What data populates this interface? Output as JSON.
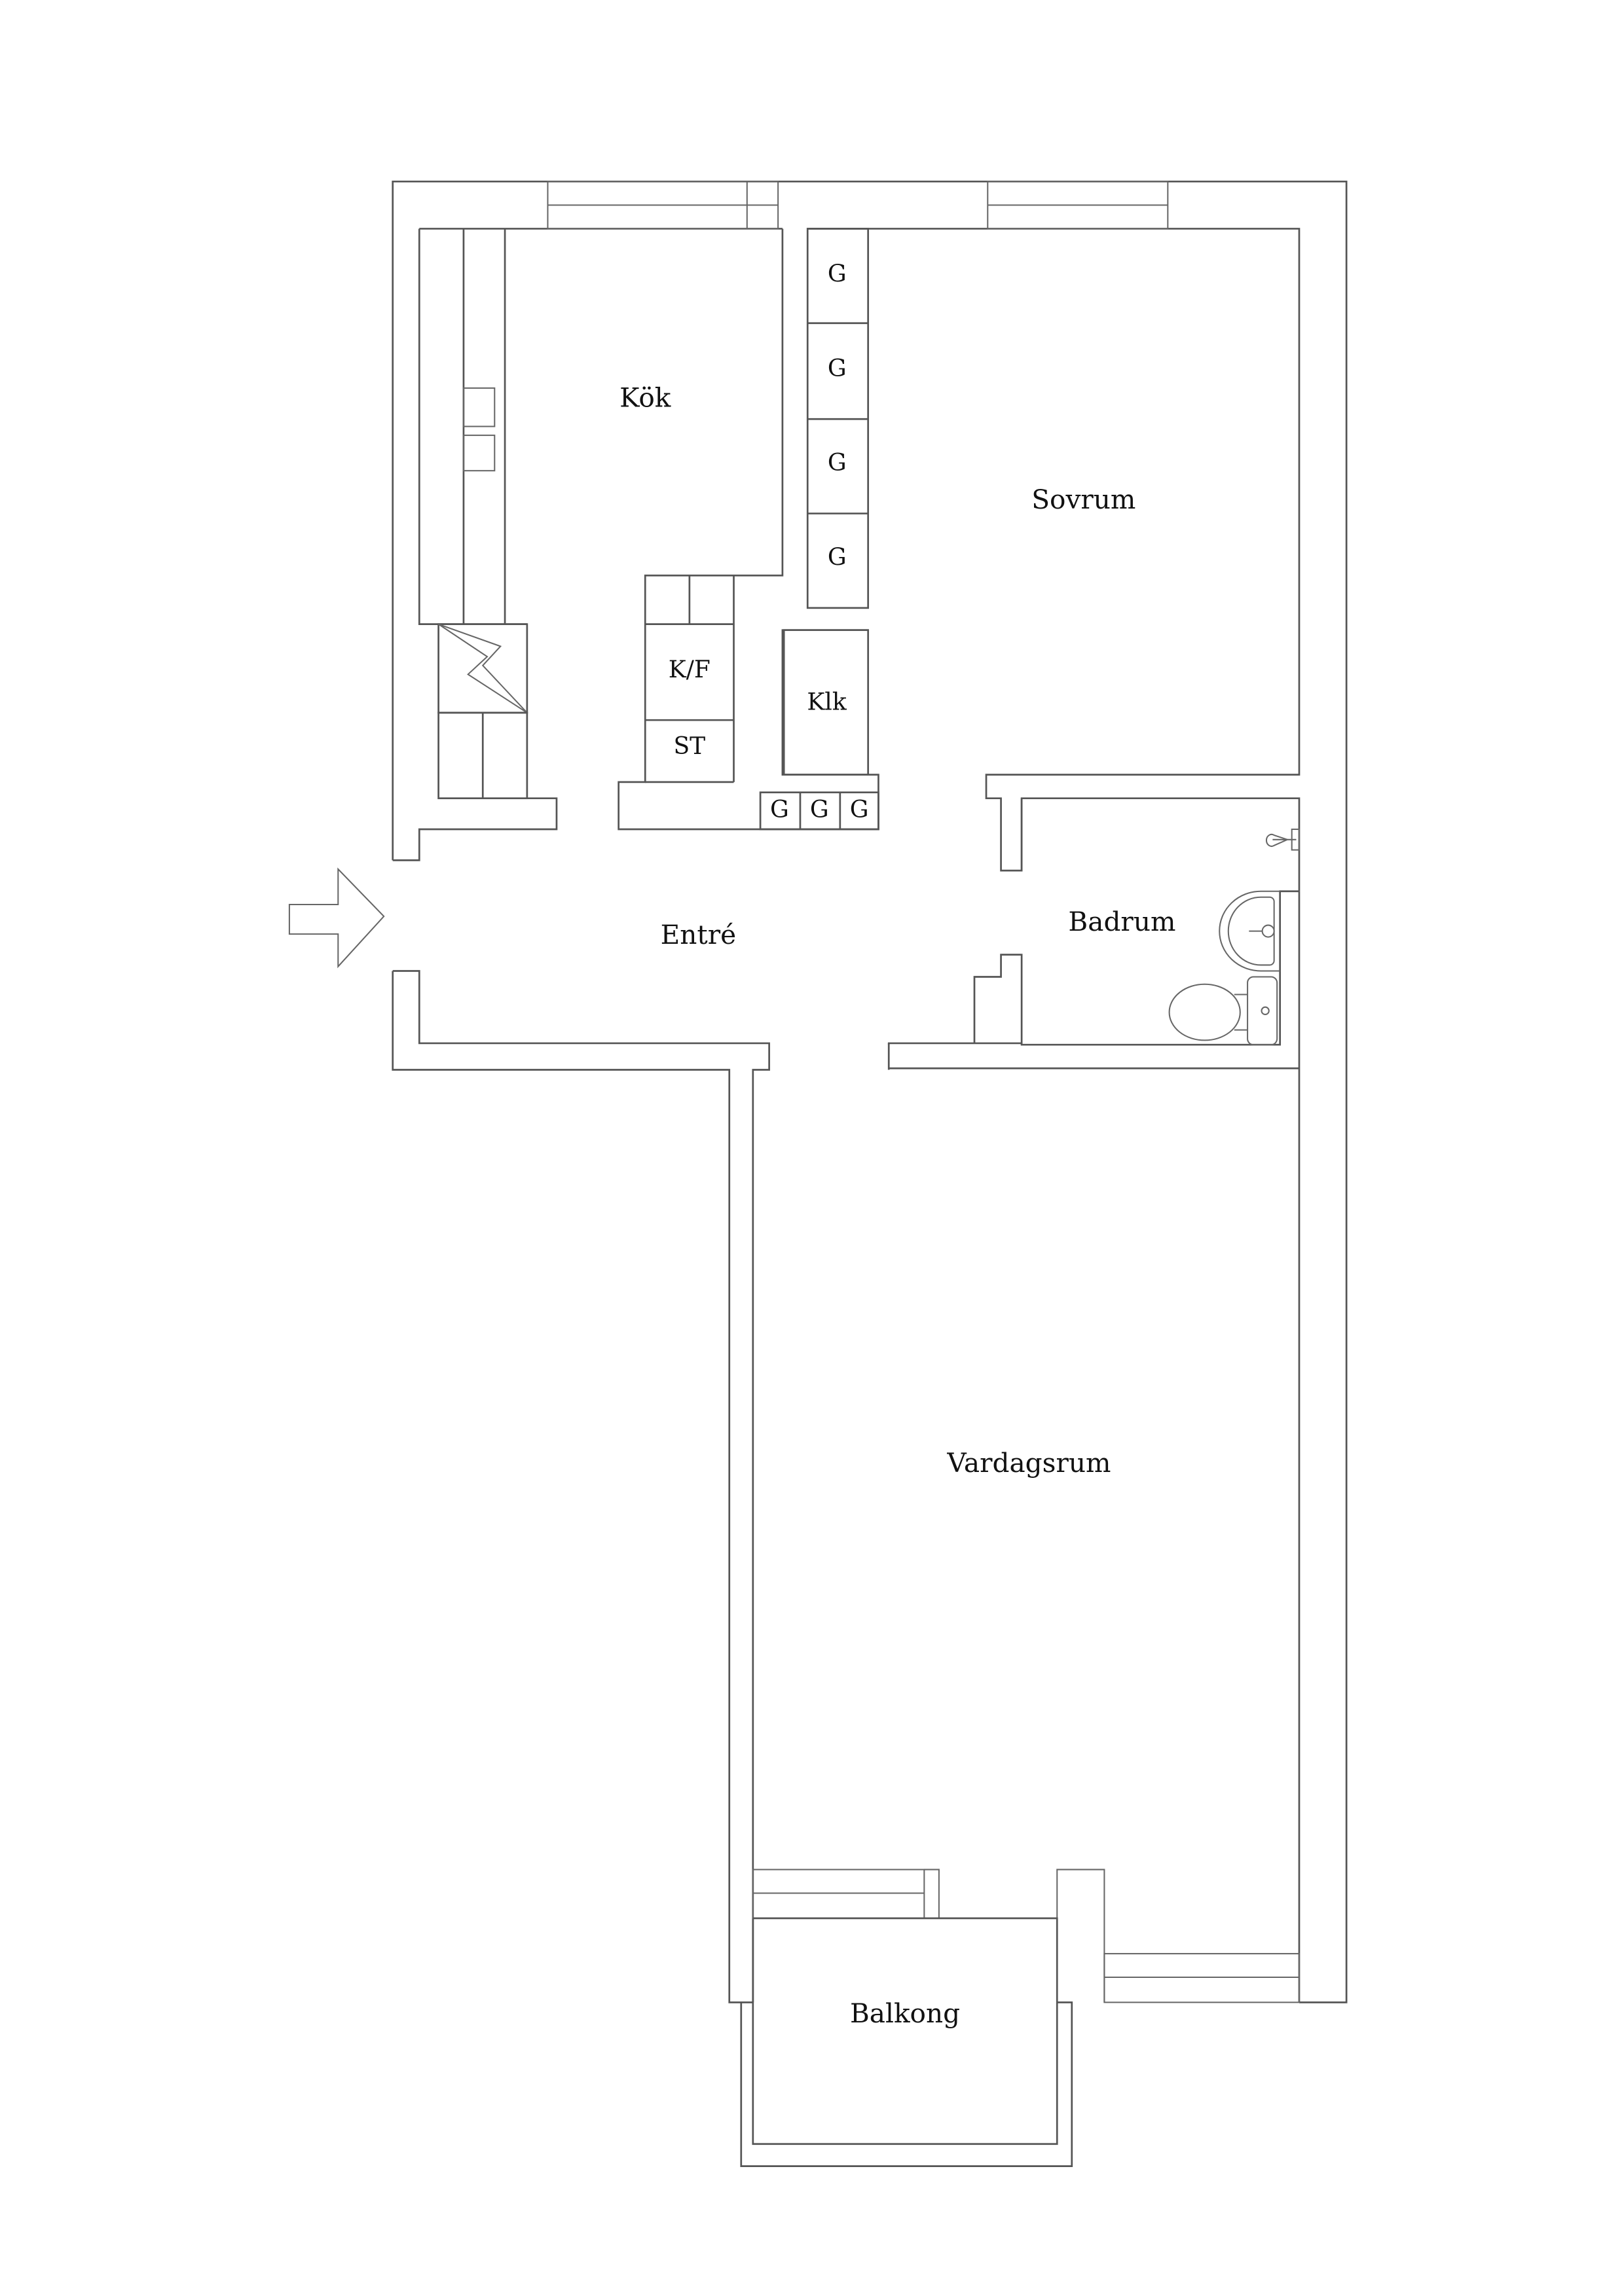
{
  "floorplan": {
    "rooms": {
      "kitchen": "Kök",
      "bedroom": "Sovrum",
      "entrance": "Entré",
      "bathroom": "Badrum",
      "living_room": "Vardagsrum",
      "balcony": "Balkong"
    },
    "fixtures": {
      "wardrobe": "G",
      "fridge_freezer": "K/F",
      "stove": "ST",
      "walk_in_closet": "Klk",
      "dishwasher_area": "ST"
    },
    "wardrobes_bedroom": [
      "G",
      "G",
      "G",
      "G"
    ],
    "wardrobes_hall": [
      "G",
      "G",
      "G"
    ],
    "icons": [
      "entrance-arrow-icon",
      "electrical-panel-icon",
      "sink-icon",
      "toilet-icon",
      "shower-icon"
    ],
    "colors": {
      "line": "#555555",
      "text": "#111111",
      "background": "#ffffff"
    }
  }
}
